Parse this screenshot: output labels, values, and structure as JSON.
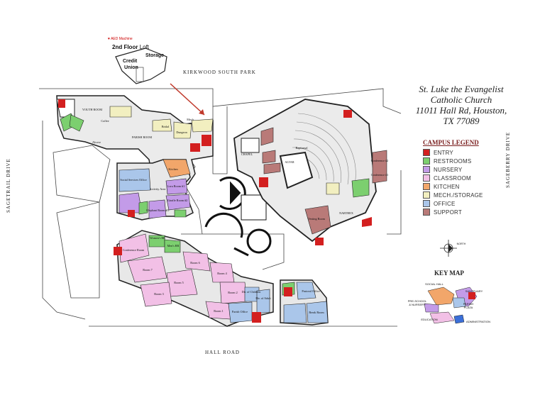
{
  "title": {
    "line1": "St. Luke the Evangelist",
    "line2": "Catholic Church",
    "line3": "11011 Hall Rd, Houston,",
    "line4": "TX 77089"
  },
  "legend": {
    "title": "CAMPUS LEGEND",
    "items": [
      {
        "label": "ENTRY",
        "color": "#d31f1f"
      },
      {
        "label": "RESTROOMS",
        "color": "#7ccf6f"
      },
      {
        "label": "NURSERY",
        "color": "#c39be8"
      },
      {
        "label": "CLASSROOM",
        "color": "#f2c0e6"
      },
      {
        "label": "KITCHEN",
        "color": "#f2a66a"
      },
      {
        "label": "MECH./STORAGE",
        "color": "#f2efc0"
      },
      {
        "label": "OFFICE",
        "color": "#aac6ea"
      },
      {
        "label": "SUPPORT",
        "color": "#b97a78"
      }
    ]
  },
  "streets": {
    "north": "KIRKWOOD SOUTH PARK",
    "south": "HALL ROAD",
    "west": "SAGETRAIL DRIVE",
    "east": "SAGEBERRY DRIVE"
  },
  "loft": {
    "aed": "AED Machine",
    "floor": "2nd Floor",
    "loft": "Loft",
    "storage": "Storage",
    "credit": "Credit",
    "union": "Union"
  },
  "compass": "NORTH",
  "keymap": {
    "title": "KEY MAP",
    "social_hall": "SOCIAL HALL",
    "sanctuary": "SANCTUARY",
    "preschool_line1": "PRE-SCHOOL",
    "preschool_line2": "& NURSERY",
    "parish_line1": "PARISH",
    "parish_line2": "PLAZA",
    "education": "EDUCATION",
    "administration": "ADMINISTRATION"
  },
  "rooms": {
    "youth_room": "YOUTH ROOM",
    "parish_room": "PARISH ROOM",
    "chapel": "CHAPEL",
    "altar": "ALTAR",
    "narthex": "NARTHEX",
    "kitchen": "Kitchen",
    "conference_room": "Conference Room",
    "conference1": "Conference #1",
    "conference2": "Conference #2",
    "room7": "Room 7",
    "room6": "Room 6",
    "room5": "Room 5",
    "room4": "Room 4",
    "room3": "Room 3",
    "room2": "Room 2",
    "room1": "Room 1",
    "activity": "Activity Area",
    "social_services": "Social Services Office",
    "vesting": "Vesting Room",
    "bridal": "Bridal",
    "dungeon": "Dungeon",
    "baptismal": "Baptismal",
    "womens": "Women's RR",
    "mens": "Men's RR",
    "mech": "Mech",
    "alcove": "Alcove",
    "coffee": "Coffee",
    "lora": "Lora Room #1",
    "giraffe": "Giraffe Room #2",
    "elephant": "Elephant Room #3",
    "parish_office": "Parish Office",
    "dir_children": "Dir. of Children",
    "dir_adult": "Dir. of Adult",
    "break_room": "Break Room",
    "pastoral": "Pastoral Office"
  }
}
